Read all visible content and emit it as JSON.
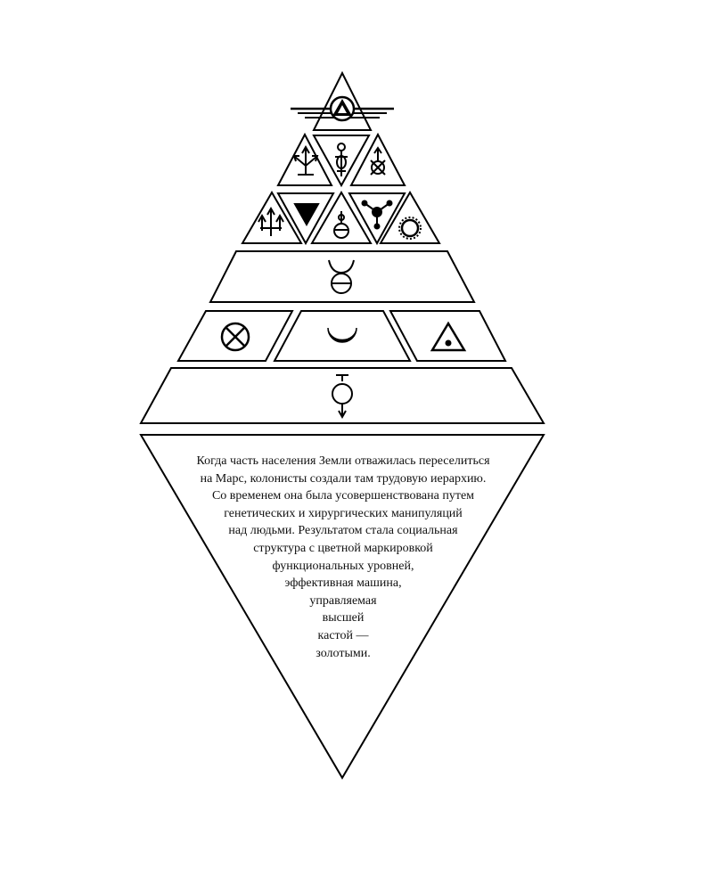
{
  "diagram": {
    "ink": "#000000",
    "paper": "#ffffff",
    "tiers": [
      {
        "tier": "apex",
        "caste": "gold",
        "symbols": [
          "winged-triangle-emblem-icon"
        ]
      },
      {
        "tier": "row-2",
        "symbols": [
          "arrows-cross-icon",
          "caduceus-key-icon",
          "crossed-circle-arrow-icon"
        ]
      },
      {
        "tier": "row-3",
        "symbols": [
          "trident-arrows-icon",
          "inverted-triangle-icon",
          "orb-mercury-icon",
          "tri-branch-node-icon",
          "sun-ring-icon"
        ]
      },
      {
        "tier": "row-4",
        "symbols": [
          "taurus-horned-icon"
        ]
      },
      {
        "tier": "row-5",
        "symbols": [
          "crossed-circle-icon",
          "crescent-moon-icon",
          "triangle-dot-icon"
        ]
      },
      {
        "tier": "base",
        "symbols": [
          "mercury-down-arrow-icon"
        ]
      }
    ]
  },
  "caption": {
    "lines": [
      "Когда часть населения Земли отважилась переселиться",
      "на Марс, колонисты создали там трудовую иерархию.",
      "Со временем она была усовершенствована путем",
      "генетических и хирургических манипуляций",
      "над людьми. Результатом стала социальная",
      "структура с цветной маркировкой",
      "функциональных уровней,",
      "эффективная машина,",
      "управляемая",
      "высшей",
      "кастой —",
      "золотыми."
    ]
  }
}
